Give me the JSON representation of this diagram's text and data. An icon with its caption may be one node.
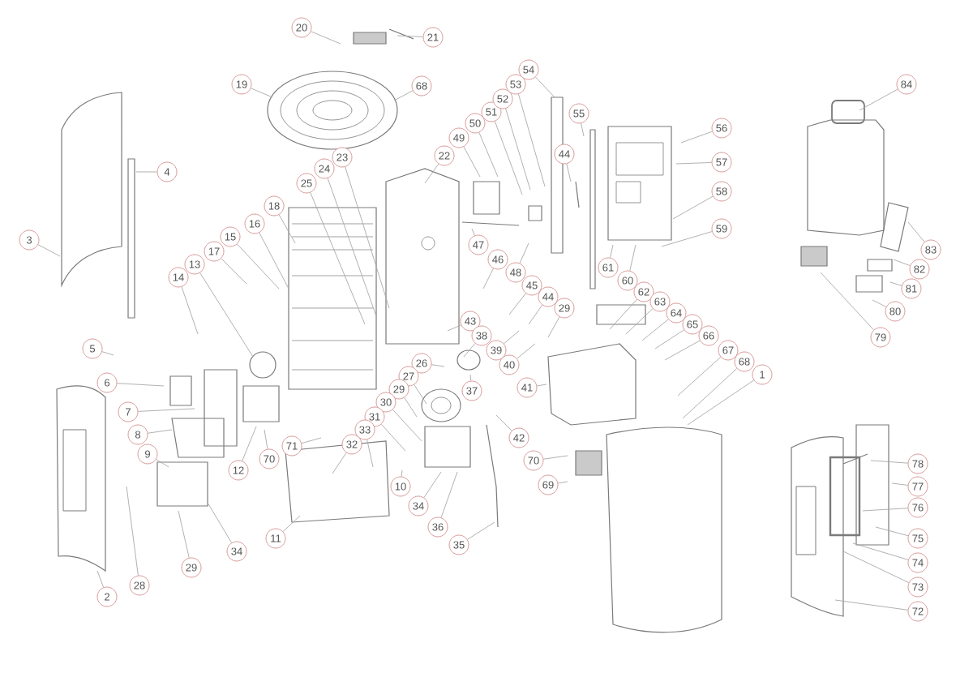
{
  "diagram": {
    "nodes": [
      {
        "text": [
          "20"
        ]
      },
      {
        "text": [
          "21"
        ]
      },
      {
        "text": [
          "19"
        ]
      },
      {
        "text": [
          "68"
        ]
      },
      {
        "text": [
          "4"
        ]
      },
      {
        "text": [
          "3"
        ]
      },
      {
        "text": [
          "23"
        ]
      },
      {
        "text": [
          "24"
        ]
      },
      {
        "text": [
          "25"
        ]
      },
      {
        "text": [
          "22"
        ]
      },
      {
        "text": [
          "49"
        ]
      },
      {
        "text": [
          "50"
        ]
      },
      {
        "text": [
          "51"
        ]
      },
      {
        "text": [
          "52"
        ]
      },
      {
        "text": [
          "53"
        ]
      },
      {
        "text": [
          "54"
        ]
      },
      {
        "text": [
          "55"
        ]
      },
      {
        "text": [
          "44"
        ]
      },
      {
        "text": [
          "18"
        ]
      },
      {
        "text": [
          "16"
        ]
      },
      {
        "text": [
          "15"
        ]
      },
      {
        "text": [
          "17"
        ]
      },
      {
        "text": [
          "13"
        ]
      },
      {
        "text": [
          "14"
        ]
      },
      {
        "text": [
          "47"
        ]
      },
      {
        "text": [
          "46"
        ]
      },
      {
        "text": [
          "48"
        ]
      },
      {
        "text": [
          "45"
        ]
      },
      {
        "text": [
          "44"
        ]
      },
      {
        "text": [
          "29"
        ]
      },
      {
        "text": [
          "43"
        ]
      },
      {
        "text": [
          "38"
        ]
      },
      {
        "text": [
          "56"
        ]
      },
      {
        "text": [
          "57"
        ]
      },
      {
        "text": [
          "58"
        ]
      },
      {
        "text": [
          "59"
        ]
      },
      {
        "text": [
          "61"
        ]
      },
      {
        "text": [
          "60"
        ]
      },
      {
        "text": [
          "62"
        ]
      },
      {
        "text": [
          "63"
        ]
      },
      {
        "text": [
          "64"
        ]
      },
      {
        "text": [
          "65"
        ]
      },
      {
        "text": [
          "66"
        ]
      },
      {
        "text": [
          "67"
        ]
      },
      {
        "text": [
          "68"
        ]
      },
      {
        "text": [
          "1"
        ]
      },
      {
        "text": [
          "84"
        ]
      },
      {
        "text": [
          "83"
        ]
      },
      {
        "text": [
          "82"
        ]
      },
      {
        "text": [
          "81"
        ]
      },
      {
        "text": [
          "80"
        ]
      },
      {
        "text": [
          "79"
        ]
      },
      {
        "text": [
          "5"
        ]
      },
      {
        "text": [
          "6"
        ]
      },
      {
        "text": [
          "26"
        ]
      },
      {
        "text": [
          "27"
        ]
      },
      {
        "text": [
          "37"
        ]
      },
      {
        "text": [
          "39"
        ]
      },
      {
        "text": [
          "40"
        ]
      },
      {
        "text": [
          "41"
        ]
      },
      {
        "text": [
          "29"
        ]
      },
      {
        "text": [
          "30"
        ]
      },
      {
        "text": [
          "7"
        ]
      },
      {
        "text": [
          "31"
        ]
      },
      {
        "text": [
          "33"
        ]
      },
      {
        "text": [
          "8"
        ]
      },
      {
        "text": [
          "42"
        ]
      },
      {
        "text": [
          "32"
        ]
      },
      {
        "text": [
          "71"
        ]
      },
      {
        "text": [
          "9"
        ]
      },
      {
        "text": [
          "70"
        ]
      },
      {
        "text": [
          "70"
        ]
      },
      {
        "text": [
          "78"
        ]
      },
      {
        "text": [
          "12"
        ]
      },
      {
        "text": [
          "69"
        ]
      },
      {
        "text": [
          "77"
        ]
      },
      {
        "text": [
          "10"
        ]
      },
      {
        "text": [
          "76"
        ]
      },
      {
        "text": [
          "34"
        ]
      },
      {
        "text": [
          "36"
        ]
      },
      {
        "text": [
          "11"
        ]
      },
      {
        "text": [
          "75"
        ]
      },
      {
        "text": [
          "34"
        ]
      },
      {
        "text": [
          "35"
        ]
      },
      {
        "text": [
          "74"
        ]
      },
      {
        "text": [
          "29"
        ]
      },
      {
        "text": [
          "28"
        ]
      },
      {
        "text": [
          "73"
        ]
      },
      {
        "text": [
          "2"
        ]
      },
      {
        "text": [
          "72"
        ]
      }
    ],
    "edges": [
      {
        "from": 0,
        "to": null,
        "arrow": "none"
      },
      {
        "from": 1,
        "to": null,
        "arrow": "none"
      },
      {
        "from": 2,
        "to": null,
        "arrow": "none"
      },
      {
        "from": 3,
        "to": null,
        "arrow": "none"
      },
      {
        "from": 4,
        "to": null,
        "arrow": "none"
      },
      {
        "from": 5,
        "to": null,
        "arrow": "none"
      },
      {
        "from": 6,
        "to": null,
        "arrow": "none"
      },
      {
        "from": 7,
        "to": null,
        "arrow": "none"
      },
      {
        "from": 8,
        "to": null,
        "arrow": "none"
      },
      {
        "from": 9,
        "to": null,
        "arrow": "none"
      },
      {
        "from": 10,
        "to": null,
        "arrow": "none"
      },
      {
        "from": 11,
        "to": null,
        "arrow": "none"
      },
      {
        "from": 12,
        "to": null,
        "arrow": "none"
      },
      {
        "from": 13,
        "to": null,
        "arrow": "none"
      },
      {
        "from": 14,
        "to": null,
        "arrow": "none"
      },
      {
        "from": 15,
        "to": null,
        "arrow": "none"
      },
      {
        "from": 16,
        "to": null,
        "arrow": "none"
      },
      {
        "from": 17,
        "to": null,
        "arrow": "none"
      },
      {
        "from": 18,
        "to": null,
        "arrow": "none"
      },
      {
        "from": 19,
        "to": null,
        "arrow": "none"
      },
      {
        "from": 20,
        "to": null,
        "arrow": "none"
      },
      {
        "from": 21,
        "to": null,
        "arrow": "none"
      },
      {
        "from": 22,
        "to": null,
        "arrow": "none"
      },
      {
        "from": 23,
        "to": null,
        "arrow": "none"
      },
      {
        "from": 24,
        "to": null,
        "arrow": "none"
      },
      {
        "from": 25,
        "to": null,
        "arrow": "none"
      },
      {
        "from": 26,
        "to": null,
        "arrow": "none"
      },
      {
        "from": 27,
        "to": null,
        "arrow": "none"
      },
      {
        "from": 28,
        "to": null,
        "arrow": "none"
      },
      {
        "from": 29,
        "to": null,
        "arrow": "none"
      },
      {
        "from": 30,
        "to": null,
        "arrow": "none"
      },
      {
        "from": 31,
        "to": null,
        "arrow": "none"
      },
      {
        "from": 32,
        "to": null,
        "arrow": "none"
      },
      {
        "from": 33,
        "to": null,
        "arrow": "none"
      },
      {
        "from": 34,
        "to": null,
        "arrow": "none"
      },
      {
        "from": 35,
        "to": null,
        "arrow": "none"
      },
      {
        "from": 36,
        "to": null,
        "arrow": "none"
      },
      {
        "from": 37,
        "to": null,
        "arrow": "none"
      },
      {
        "from": 38,
        "to": null,
        "arrow": "none"
      },
      {
        "from": 39,
        "to": null,
        "arrow": "none"
      },
      {
        "from": 40,
        "to": null,
        "arrow": "none"
      },
      {
        "from": 41,
        "to": null,
        "arrow": "none"
      },
      {
        "from": 42,
        "to": null,
        "arrow": "none"
      },
      {
        "from": 43,
        "to": null,
        "arrow": "none"
      },
      {
        "from": 44,
        "to": null,
        "arrow": "none"
      },
      {
        "from": 45,
        "to": null,
        "arrow": "none"
      },
      {
        "from": 46,
        "to": null,
        "arrow": "none"
      },
      {
        "from": 47,
        "to": null,
        "arrow": "none"
      },
      {
        "from": 48,
        "to": null,
        "arrow": "none"
      },
      {
        "from": 49,
        "to": null,
        "arrow": "none"
      },
      {
        "from": 50,
        "to": null,
        "arrow": "none"
      },
      {
        "from": 51,
        "to": null,
        "arrow": "none"
      },
      {
        "from": 52,
        "to": null,
        "arrow": "none"
      },
      {
        "from": 53,
        "to": null,
        "arrow": "none"
      },
      {
        "from": 54,
        "to": null,
        "arrow": "none"
      },
      {
        "from": 55,
        "to": null,
        "arrow": "none"
      },
      {
        "from": 56,
        "to": null,
        "arrow": "none"
      },
      {
        "from": 57,
        "to": null,
        "arrow": "none"
      },
      {
        "from": 58,
        "to": null,
        "arrow": "none"
      },
      {
        "from": 59,
        "to": null,
        "arrow": "none"
      },
      {
        "from": 60,
        "to": null,
        "arrow": "none"
      },
      {
        "from": 61,
        "to": null,
        "arrow": "none"
      },
      {
        "from": 62,
        "to": null,
        "arrow": "none"
      },
      {
        "from": 63,
        "to": null,
        "arrow": "none"
      },
      {
        "from": 64,
        "to": null,
        "arrow": "none"
      },
      {
        "from": 65,
        "to": null,
        "arrow": "none"
      },
      {
        "from": 66,
        "to": null,
        "arrow": "none"
      },
      {
        "from": 67,
        "to": null,
        "arrow": "none"
      },
      {
        "from": 68,
        "to": null,
        "arrow": "none"
      },
      {
        "from": 69,
        "to": null,
        "arrow": "none"
      },
      {
        "from": 70,
        "to": null,
        "arrow": "none"
      },
      {
        "from": 71,
        "to": null,
        "arrow": "none"
      },
      {
        "from": 72,
        "to": null,
        "arrow": "none"
      },
      {
        "from": 73,
        "to": null,
        "arrow": "none"
      },
      {
        "from": 74,
        "to": null,
        "arrow": "none"
      },
      {
        "from": 75,
        "to": null,
        "arrow": "none"
      },
      {
        "from": 76,
        "to": null,
        "arrow": "none"
      },
      {
        "from": 77,
        "to": null,
        "arrow": "none"
      },
      {
        "from": 78,
        "to": null,
        "arrow": "none"
      },
      {
        "from": 79,
        "to": null,
        "arrow": "none"
      },
      {
        "from": 80,
        "to": null,
        "arrow": "none"
      },
      {
        "from": 81,
        "to": null,
        "arrow": "none"
      },
      {
        "from": 82,
        "to": null,
        "arrow": "none"
      },
      {
        "from": 83,
        "to": null,
        "arrow": "none"
      },
      {
        "from": 84,
        "to": null,
        "arrow": "none"
      },
      {
        "from": 85,
        "to": null,
        "arrow": "none"
      },
      {
        "from": 86,
        "to": null,
        "arrow": "none"
      },
      {
        "from": 87,
        "to": null,
        "arrow": "none"
      },
      {
        "from": 88,
        "to": null,
        "arrow": "none"
      },
      {
        "from": 89,
        "to": null,
        "arrow": "none"
      }
    ]
  }
}
